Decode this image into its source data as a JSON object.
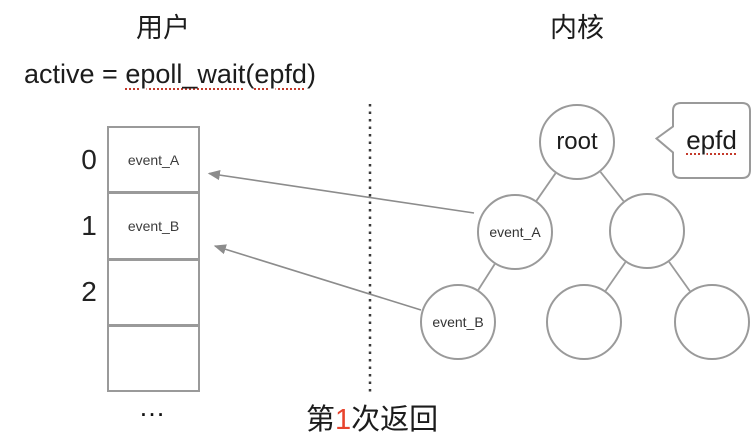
{
  "titles": {
    "user_space": "用户",
    "kernel_space": "内核"
  },
  "code": {
    "prefix": "active = ",
    "func": "epoll_wait",
    "open": "(",
    "arg": "epfd",
    "close": ")"
  },
  "array": {
    "cells": [
      {
        "index": "0",
        "value": "event_A"
      },
      {
        "index": "1",
        "value": "event_B"
      },
      {
        "index": "2",
        "value": ""
      },
      {
        "index": "",
        "value": ""
      }
    ],
    "ellipsis": "…"
  },
  "tree": {
    "nodes": [
      {
        "id": "root",
        "label": "root"
      },
      {
        "id": "event-a",
        "label": "event_A"
      },
      {
        "id": "right-child",
        "label": ""
      },
      {
        "id": "event-b",
        "label": "event_B"
      },
      {
        "id": "bottom-mid",
        "label": ""
      },
      {
        "id": "bottom-right",
        "label": ""
      }
    ]
  },
  "bubble": {
    "label": "epfd"
  },
  "footer": {
    "prefix": "第",
    "number": "1",
    "suffix": "次返回"
  },
  "colors": {
    "shape_stroke": "#9a9a9a",
    "arrow_gray": "#8c8c8c",
    "dotted_divider": "#3a3a3a",
    "accent_red": "#e8432d",
    "spellcheck_red": "#c43a2b",
    "text_black": "#1c1c1c"
  }
}
